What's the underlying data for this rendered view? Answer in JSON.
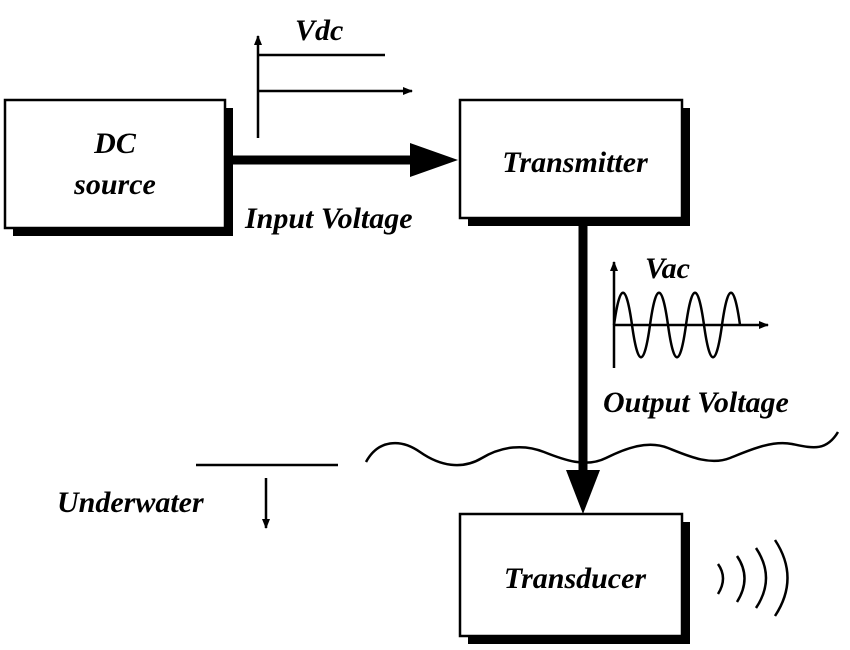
{
  "blocks": {
    "dc_source": {
      "line1": "DC",
      "line2": "source"
    },
    "transmitter": {
      "label": "Transmitter"
    },
    "transducer": {
      "label": "Transducer"
    }
  },
  "signals": {
    "input": {
      "symbol": "Vdc",
      "label": "Input Voltage"
    },
    "output": {
      "symbol": "Vac",
      "label": "Output Voltage"
    }
  },
  "environment": {
    "label": "Underwater"
  }
}
